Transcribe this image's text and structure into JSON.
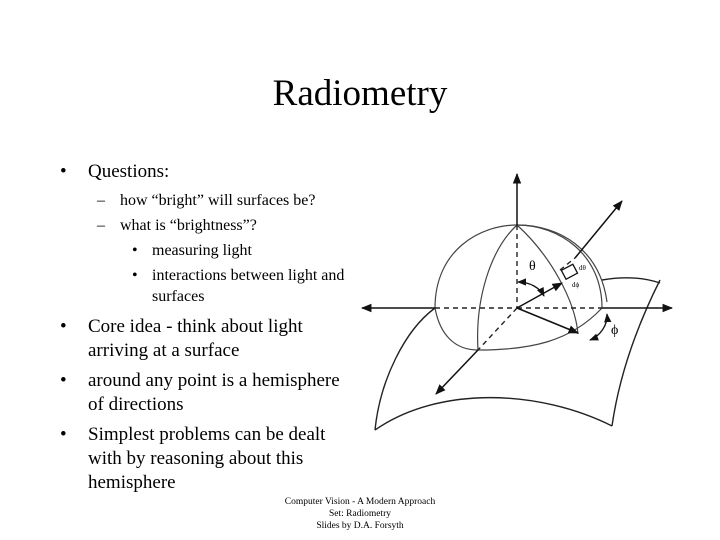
{
  "slide": {
    "title": "Radiometry",
    "bullets": [
      {
        "level": 1,
        "marker": "•",
        "text": "Questions:"
      },
      {
        "level": 2,
        "marker": "–",
        "text": "how “bright” will surfaces be?"
      },
      {
        "level": 2,
        "marker": "–",
        "text": "what is “brightness”?"
      },
      {
        "level": 3,
        "marker": "•",
        "text": "measuring light"
      },
      {
        "level": 3,
        "marker": "•",
        "text": "interactions between light and surfaces"
      },
      {
        "level": 1,
        "marker": "•",
        "text": "Core idea - think about light arriving at a surface"
      },
      {
        "level": 1,
        "marker": "•",
        "text": "around any point is a hemisphere of directions"
      },
      {
        "level": 1,
        "marker": "•",
        "text": "Simplest problems can be dealt with by reasoning about this hemisphere"
      }
    ],
    "footer": {
      "line1": "Computer Vision - A Modern Approach",
      "line2": "Set:  Radiometry",
      "line3": "Slides by D.A. Forsyth"
    }
  },
  "diagram": {
    "labels": {
      "theta": "θ",
      "phi": "ϕ",
      "d_theta": "dθ",
      "d_phi": "dϕ"
    }
  }
}
